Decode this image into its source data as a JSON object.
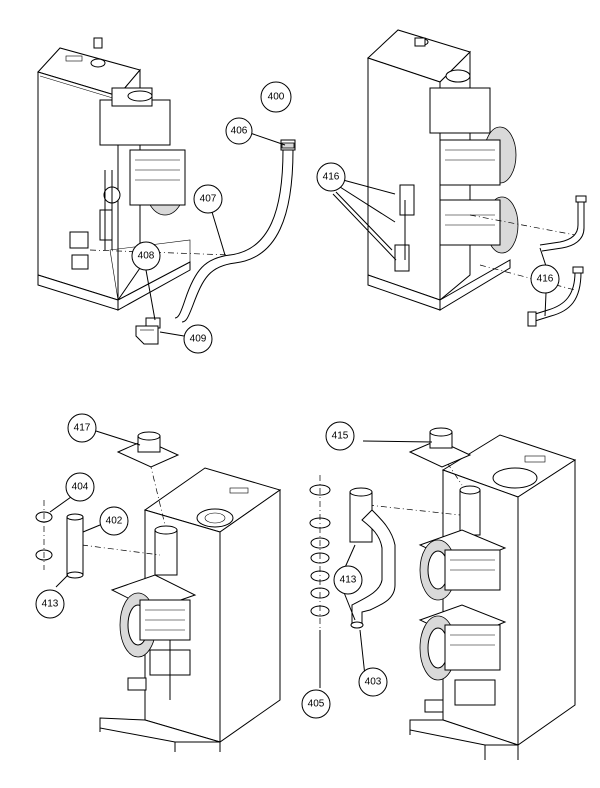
{
  "callouts": [
    {
      "id": "c400",
      "label": "400"
    },
    {
      "id": "c406",
      "label": "406"
    },
    {
      "id": "c407",
      "label": "407"
    },
    {
      "id": "c408",
      "label": "408"
    },
    {
      "id": "c409",
      "label": "409"
    },
    {
      "id": "c416a",
      "label": "416"
    },
    {
      "id": "c416b",
      "label": "416"
    },
    {
      "id": "c417",
      "label": "417"
    },
    {
      "id": "c404",
      "label": "404"
    },
    {
      "id": "c402",
      "label": "402"
    },
    {
      "id": "c413a",
      "label": "413"
    },
    {
      "id": "c415",
      "label": "415"
    },
    {
      "id": "c413b",
      "label": "413"
    },
    {
      "id": "c405",
      "label": "405"
    },
    {
      "id": "c403",
      "label": "403"
    }
  ]
}
